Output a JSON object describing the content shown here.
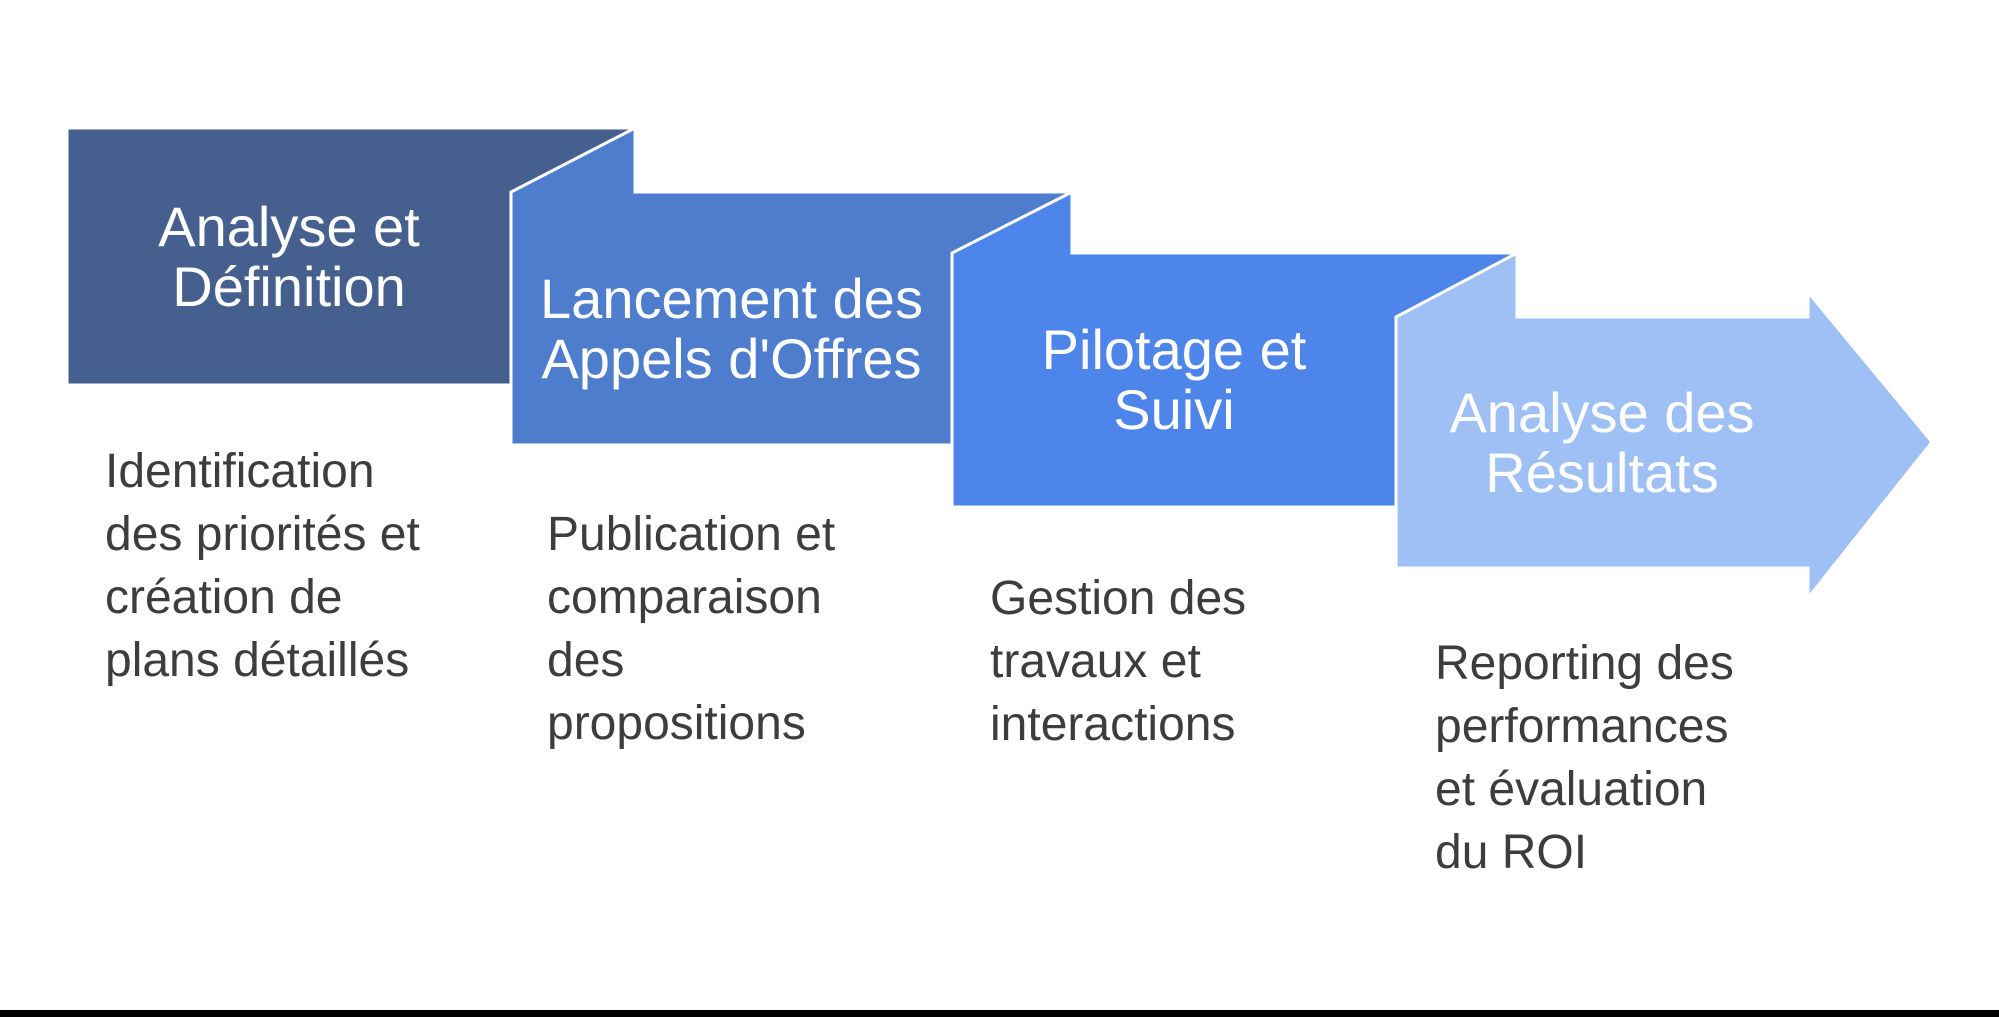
{
  "diagram": {
    "type": "process-flow-cascading-steps",
    "background_color": "#ffffff",
    "outline_color": "#ffffff",
    "title_color": "#ffffff",
    "description_color": "#3D3D3D",
    "bottom_bar_color": "#000000",
    "steps": [
      {
        "title": "Analyse et\nDéfinition",
        "description": "Identification\ndes priorités et\ncréation de\nplans détaillés",
        "color": "#45608F"
      },
      {
        "title": "Lancement des\nAppels d'Offres",
        "description": "Publication et\ncomparaison\ndes\npropositions",
        "color": "#4E7DCE"
      },
      {
        "title": "Pilotage et\nSuivi",
        "description": "Gestion des\ntravaux et\ninteractions",
        "color": "#4E85EA"
      },
      {
        "title": "Analyse des\nRésultats",
        "description": "Reporting des\nperformances\net évaluation\ndu ROI",
        "color": "#9EC0F5"
      }
    ]
  }
}
